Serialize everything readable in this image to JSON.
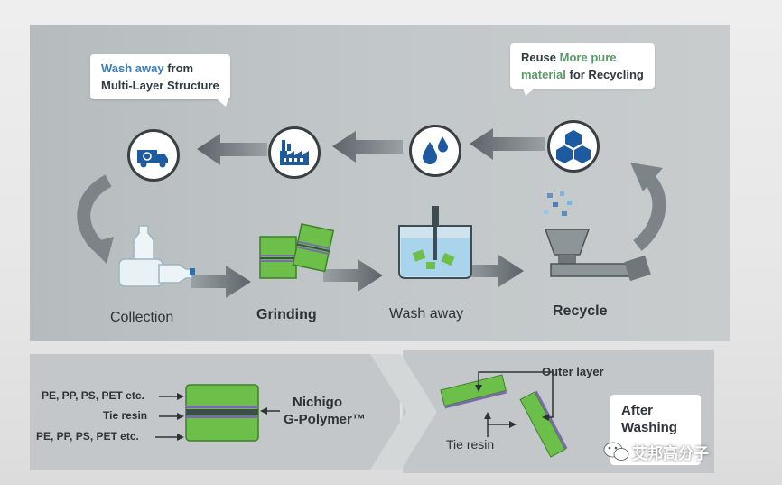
{
  "callouts": {
    "left_highlight": "Wash away",
    "left_rest_1": " from",
    "left_line2": "Multi-Layer Structure",
    "right_highlight1": "Reuse",
    "right_highlight2": "More pure",
    "right_highlight3": "material",
    "right_rest": " for Recycling"
  },
  "stages": {
    "collection": "Collection",
    "grinding": "Grinding",
    "wash_away": "Wash away",
    "recycle": "Recycle"
  },
  "structure": {
    "layer_top": "PE, PP, PS, PET etc.",
    "tie": "Tie resin",
    "layer_bottom": "PE, PP, PS, PET etc.",
    "product_line1": "Nichigo",
    "product_line2": "G-Polymer™"
  },
  "after": {
    "outer_layer": "Outer layer",
    "tie_resin": "Tie resin",
    "box_line1": "After",
    "box_line2": "Washing"
  },
  "watermark": "艾邦高分子",
  "colors": {
    "green": "#6cc04a",
    "dark_blue": "#1e5aa0",
    "arrow": "#6e757a",
    "purple": "#7a6aa8"
  }
}
